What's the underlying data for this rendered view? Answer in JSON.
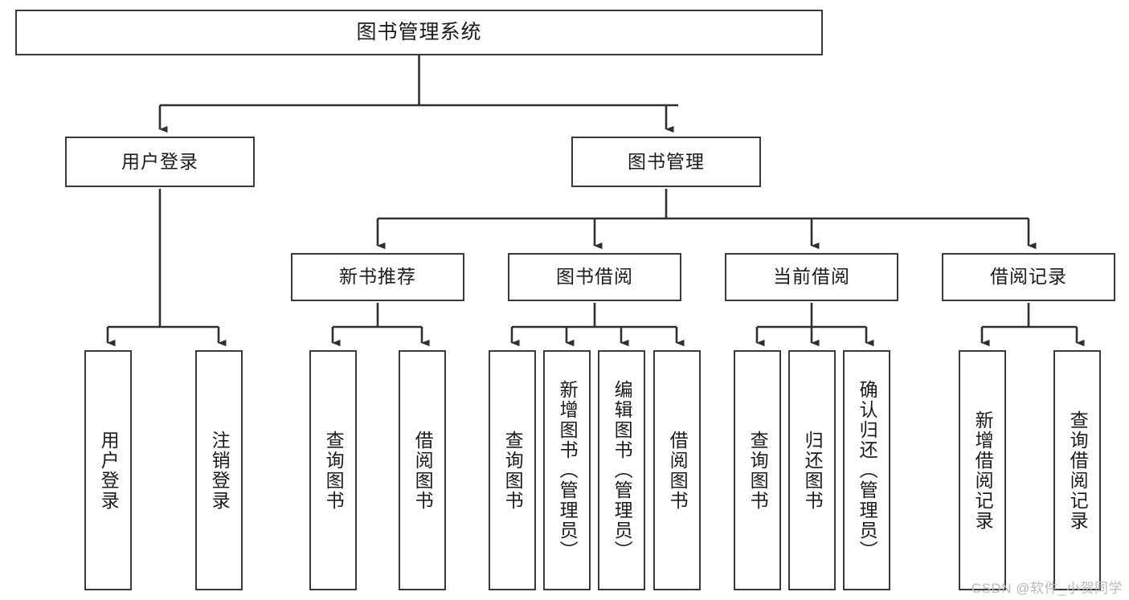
{
  "diagram": {
    "title": "图书管理系统",
    "type": "tree",
    "colors": {
      "box_border": "#3a3a3a",
      "box_fill": "#ffffff",
      "connector": "#2f2f2f",
      "text": "#1b1b1b",
      "watermark": "#b9b9b9"
    },
    "watermark": "CSDN @软件_小贺同学",
    "levels": {
      "root": {
        "label": "图书管理系统"
      },
      "level2": [
        {
          "label": "用户登录"
        },
        {
          "label": "图书管理"
        }
      ],
      "level3": [
        {
          "label": "新书推荐"
        },
        {
          "label": "图书借阅"
        },
        {
          "label": "当前借阅"
        },
        {
          "label": "借阅记录"
        }
      ],
      "leaves": {
        "user_login": [
          {
            "label": "用户登录"
          },
          {
            "label": "注销登录"
          }
        ],
        "new_book_recommend": [
          {
            "label": "查询图书"
          },
          {
            "label": "借阅图书"
          }
        ],
        "book_borrow": [
          {
            "label": "查询图书"
          },
          {
            "label": "新增图书（管理员）"
          },
          {
            "label": "编辑图书（管理员）"
          },
          {
            "label": "借阅图书"
          }
        ],
        "current_borrow": [
          {
            "label": "查询图书"
          },
          {
            "label": "归还图书"
          },
          {
            "label": "确认归还（管理员）"
          }
        ],
        "borrow_record": [
          {
            "label": "新增借阅记录"
          },
          {
            "label": "查询借阅记录"
          }
        ]
      }
    }
  }
}
